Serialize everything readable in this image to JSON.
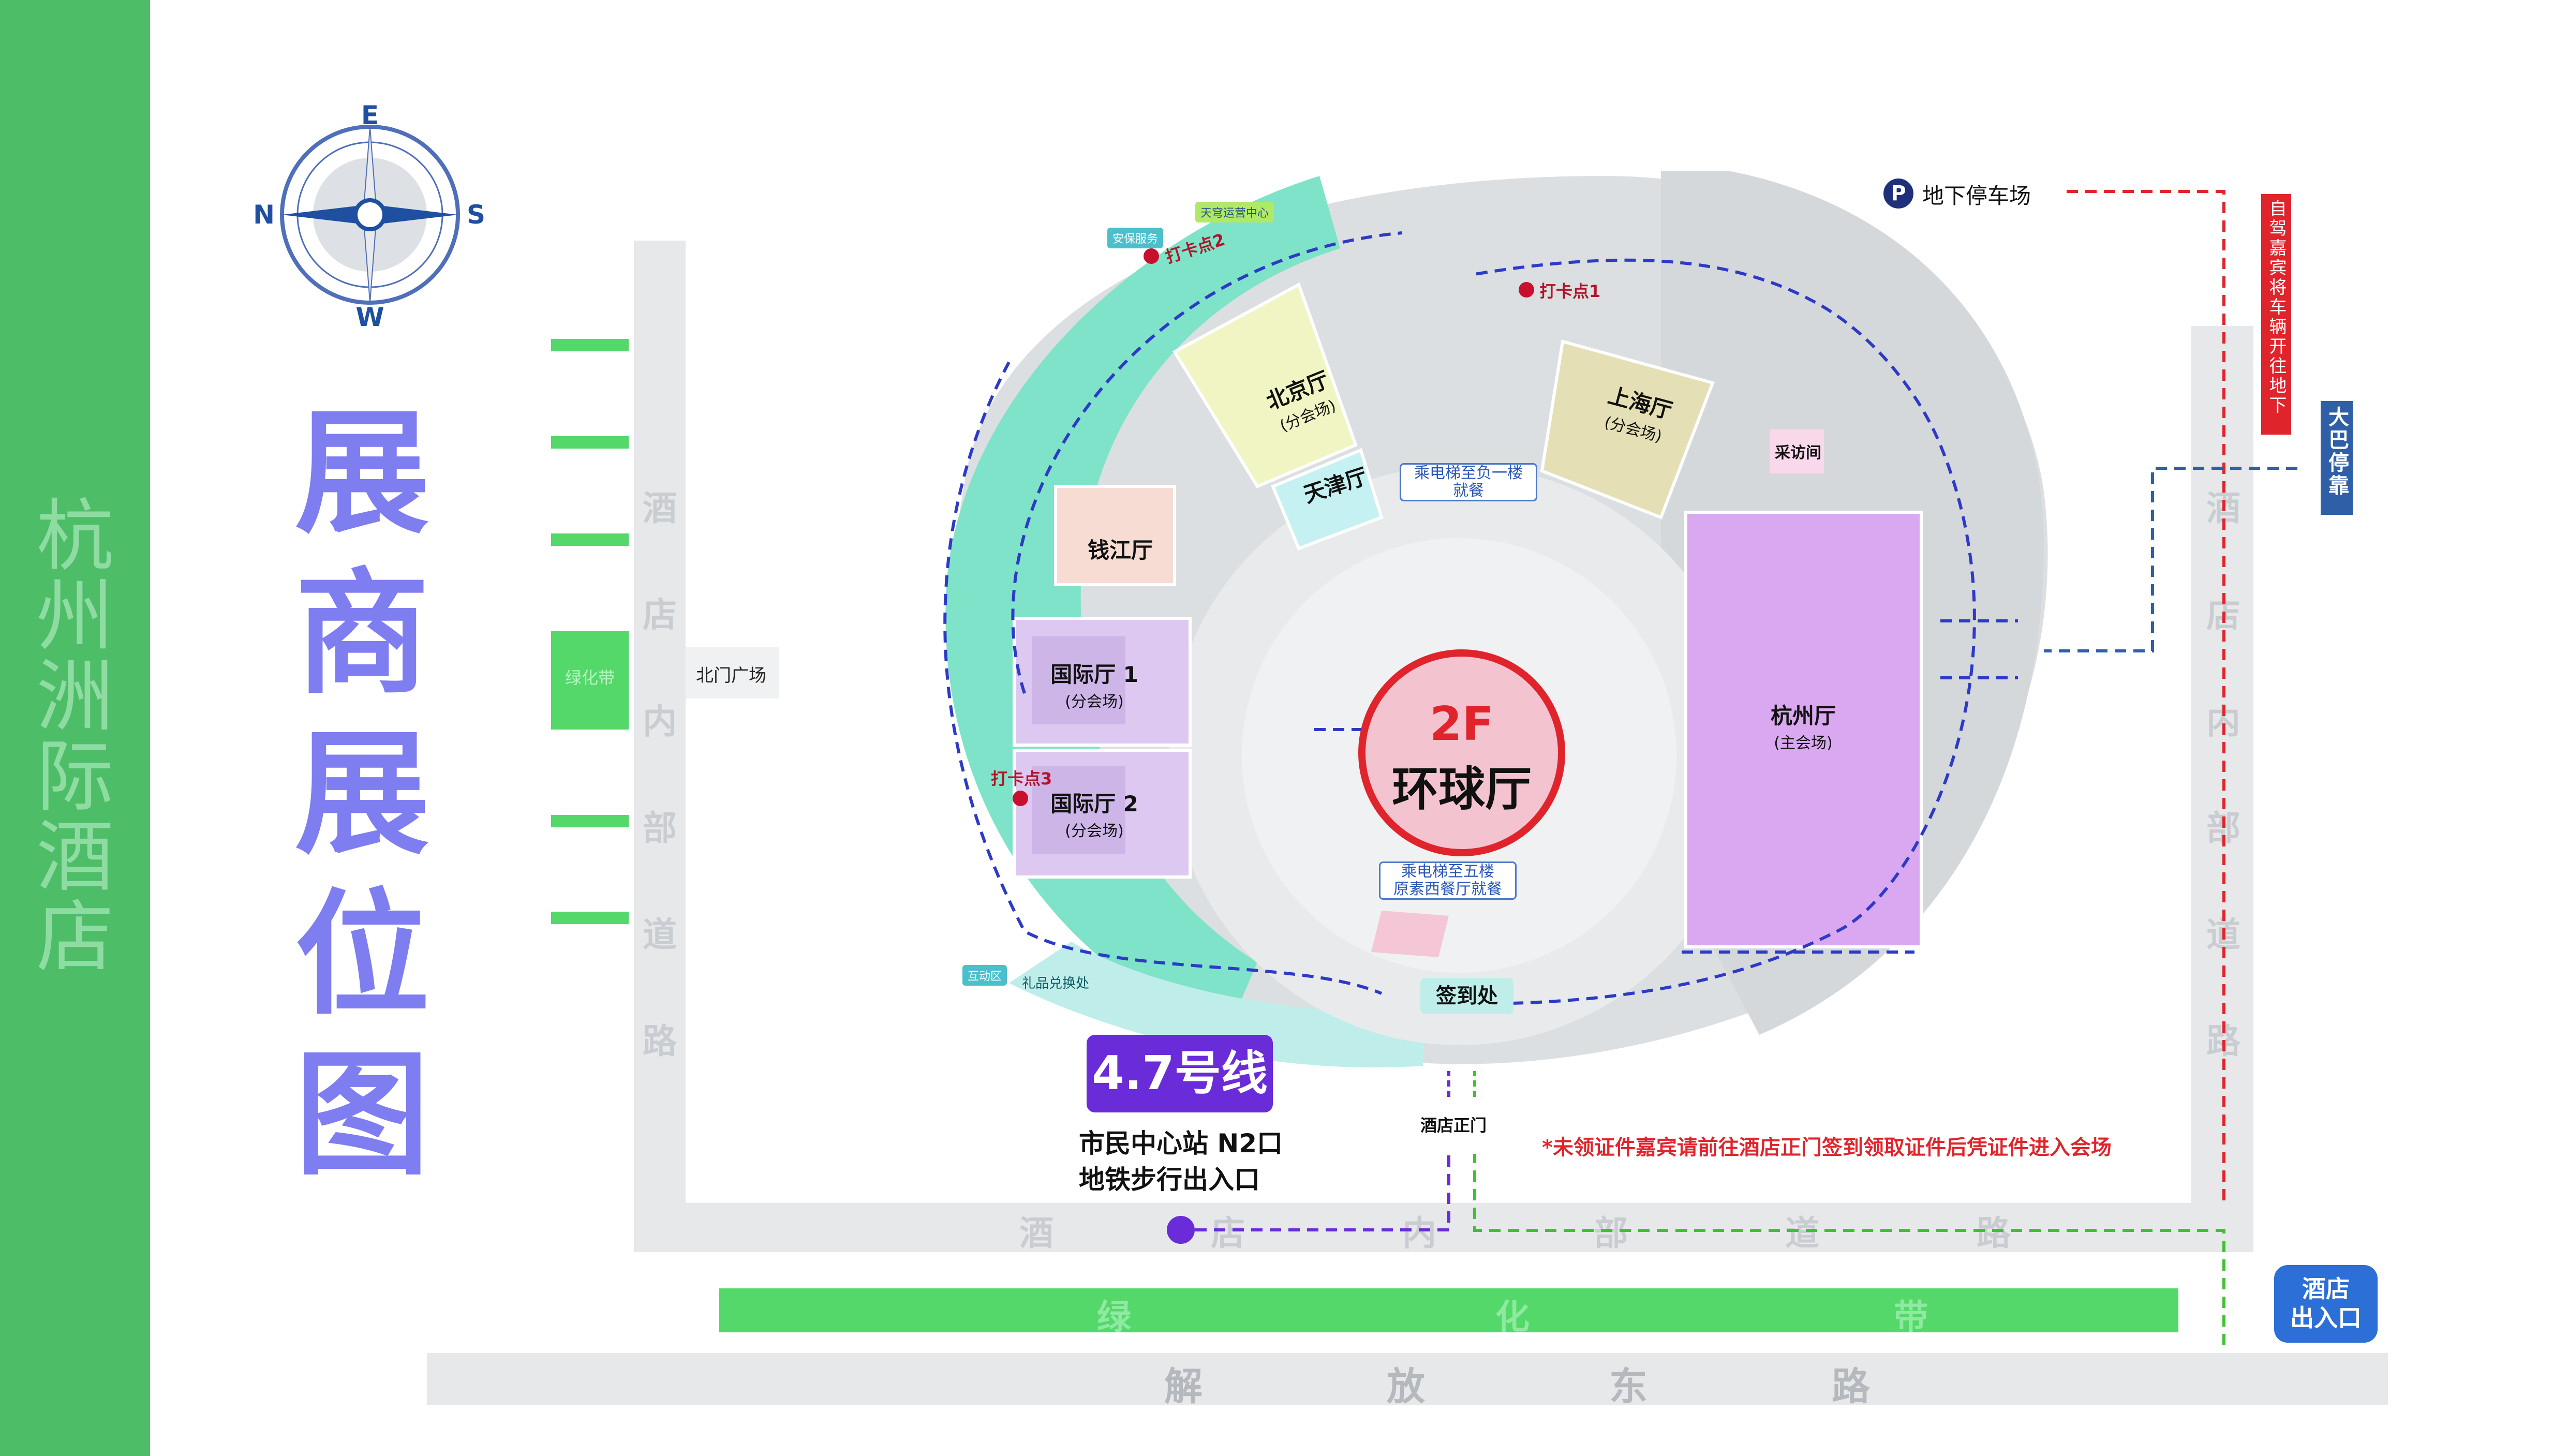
{
  "sidebar": {
    "title": "杭州洲际酒店"
  },
  "title": {
    "chars": [
      "展",
      "商",
      "展",
      "位",
      "图"
    ]
  },
  "compass": {
    "north": "N",
    "south": "S",
    "east": "E",
    "west": "W"
  },
  "roads": {
    "west_road_chars": [
      "酒",
      "店",
      "内",
      "部",
      "道",
      "路"
    ],
    "east_road_chars": [
      "酒",
      "店",
      "内",
      "部",
      "道",
      "路"
    ],
    "south_road_chars": [
      "酒",
      "店",
      "内",
      "部",
      "道",
      "路"
    ],
    "green_belt_chars": [
      "绿",
      "化",
      "带"
    ],
    "main_road_chars": [
      "解",
      "放",
      "东",
      "路"
    ],
    "green_label_small": "绿化带",
    "north_plaza": "北门广场"
  },
  "halls": {
    "central": {
      "floor": "2F",
      "name": "环球厅"
    },
    "hangzhou": {
      "name": "杭州厅",
      "sub": "(主会场)"
    },
    "beijing": {
      "name": "北京厅",
      "sub": "(分会场)"
    },
    "shanghai": {
      "name": "上海厅",
      "sub": "(分会场)"
    },
    "tianjin": {
      "name": "天津厅"
    },
    "qianjiang": {
      "name": "钱江厅"
    },
    "intl1": {
      "name": "国际厅 1",
      "sub": "(分会场)"
    },
    "intl2": {
      "name": "国际厅 2",
      "sub": "(分会场)"
    },
    "interview": {
      "name": "采访间"
    }
  },
  "signs": {
    "elevator_b1": "乘电梯至负一楼\n就餐",
    "elevator_5f": "乘电梯至五楼\n原素西餐厅就餐",
    "checkin_desk": "签到处",
    "gift_exchange": "礼品兑换处",
    "interactive": "互动区",
    "security_service": "安保服务",
    "tianqiong": "天穹运营中心",
    "hotel_main_gate": "酒店正门",
    "hotel_exit": "酒店\n出入口",
    "underground_parking": "地下停车场",
    "parking_icon": "P",
    "bus_stop": "大巴停靠点",
    "vip_parking": "自驾嘉宾将车辆开往地下停车场"
  },
  "checkpoints": {
    "p1": "打卡点1",
    "p2": "打卡点2",
    "p3": "打卡点3"
  },
  "metro": {
    "badge": "4.7号线",
    "line1": "市民中心站 N2口",
    "line2": "地铁步行出入口"
  },
  "notice": "*未领证件嘉宾请前往酒店正门签到领取证件后凭证件进入会场",
  "colors": {
    "sidebar": "#4dbd68",
    "title": "#7e7ef0",
    "outer_ring_left": "#7fe3c9",
    "venue_gray": "#dcdfe1",
    "hangzhou_hall": "#d9a8f0",
    "intl_hall": "#dcc8f0",
    "central_circle": "#f4c3d0",
    "route_blue": "#2d3ac6",
    "route_red": "#e0242c",
    "route_green": "#3fc232",
    "metro_badge": "#6a2bd9"
  }
}
